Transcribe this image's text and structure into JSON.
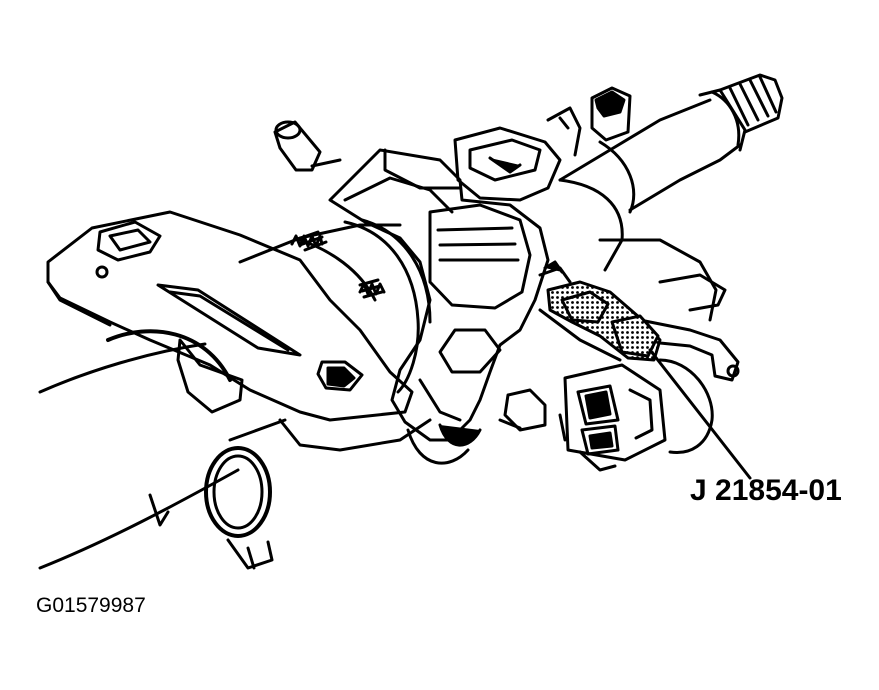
{
  "labels": {
    "tool_callout": "J 21854-01",
    "figure_id": "G01579987"
  },
  "colors": {
    "line": "#000000",
    "background": "#ffffff",
    "tool_fill": "#b5b5b5"
  },
  "icons": {
    "steering-shaft": "steering-column-shaft-drawing",
    "housing": "lock-housing-drawing",
    "tool": "puller-tool-hatched-drawing"
  }
}
